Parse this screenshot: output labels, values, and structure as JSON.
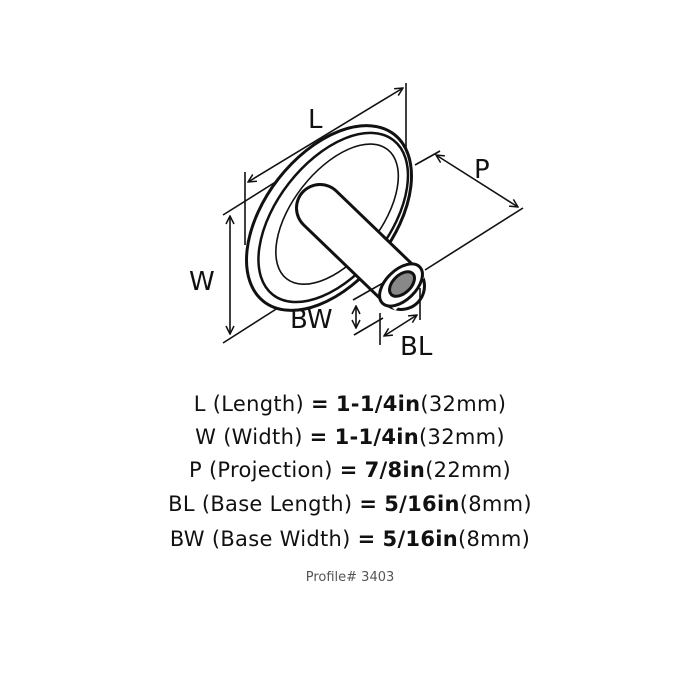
{
  "diagram": {
    "labels": {
      "L": "L",
      "W": "W",
      "P": "P",
      "BW": "BW",
      "BL": "BL"
    }
  },
  "specs": [
    {
      "key": "L",
      "name": "(Length)",
      "eq": "=",
      "imperial": "1-1/4in",
      "metric": "(32mm)"
    },
    {
      "key": "W",
      "name": "(Width)",
      "eq": "=",
      "imperial": "1-1/4in",
      "metric": "(32mm)"
    },
    {
      "key": "P",
      "name": "(Projection)",
      "eq": "=",
      "imperial": "7/8in",
      "metric": "(22mm)"
    },
    {
      "key": "BL",
      "name": "(Base Length)",
      "eq": "=",
      "imperial": "5/16in",
      "metric": "(8mm)"
    },
    {
      "key": "BW",
      "name": "(Base Width)",
      "eq": "=",
      "imperial": "5/16in",
      "metric": "(8mm)"
    }
  ],
  "profile": "Profile# 3403"
}
